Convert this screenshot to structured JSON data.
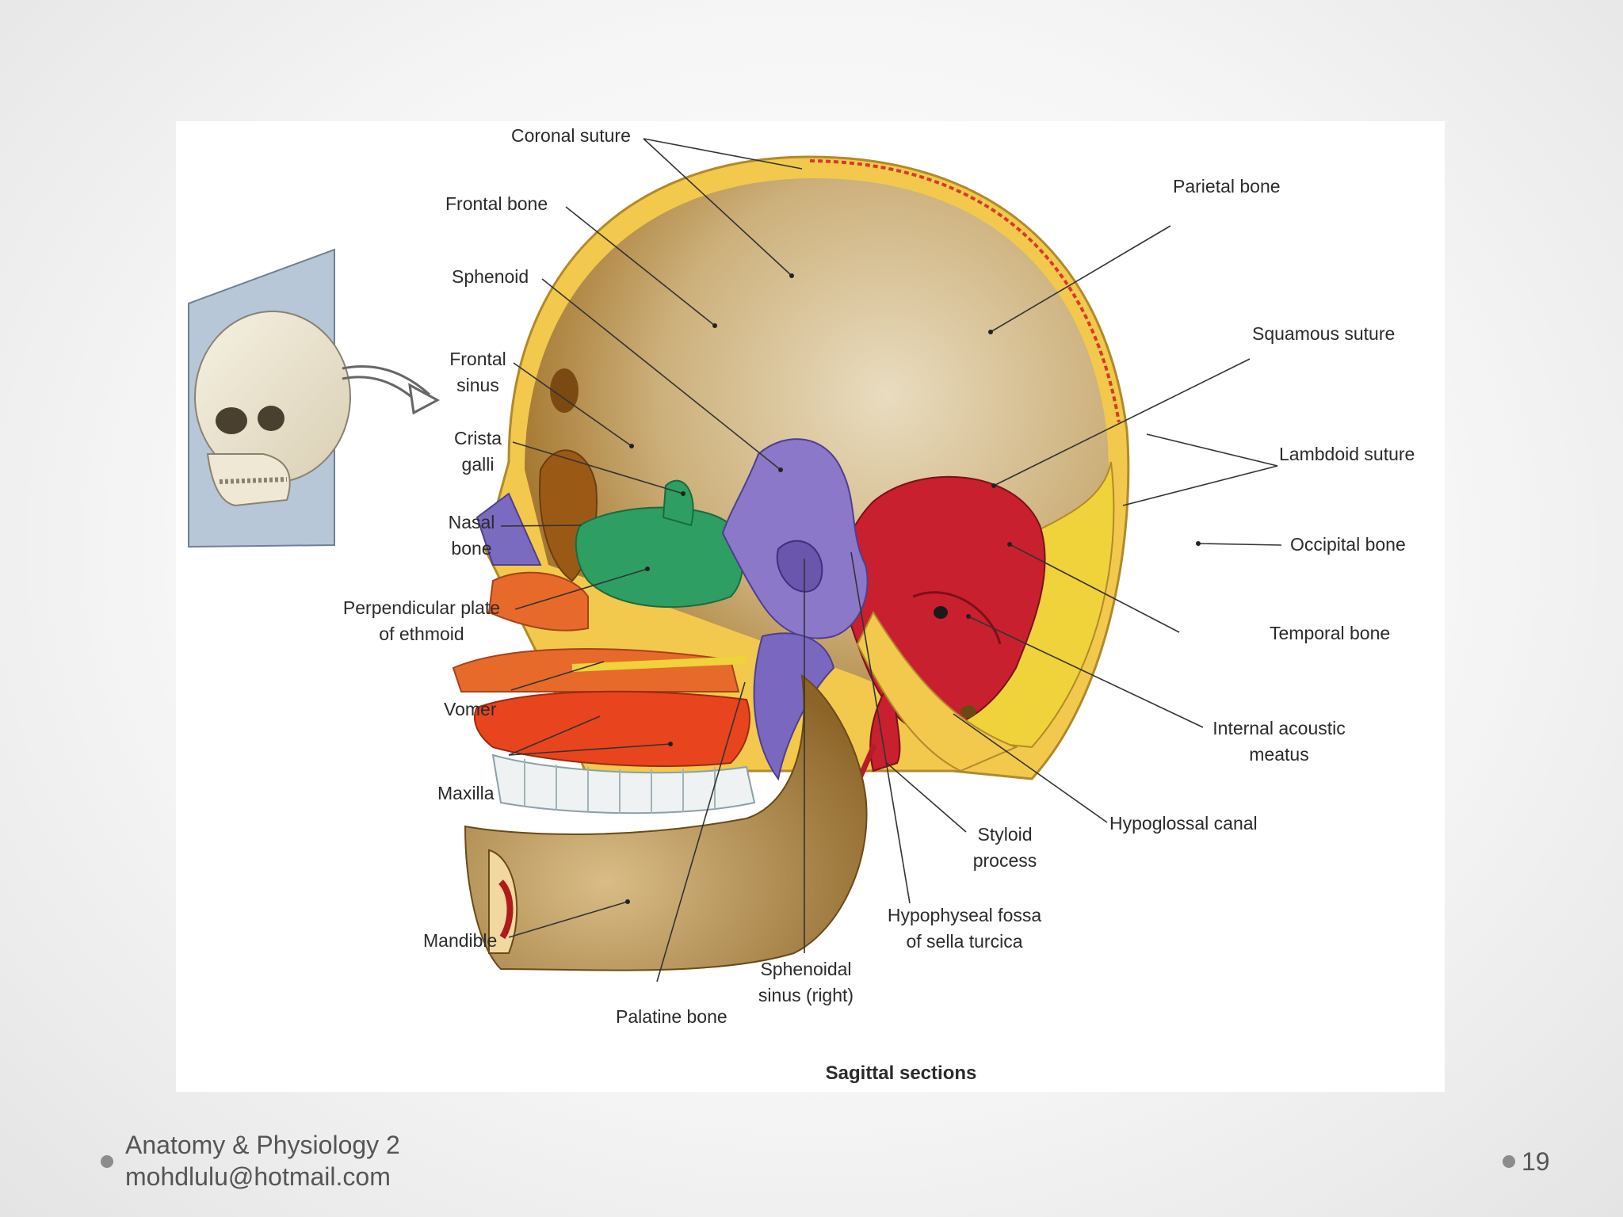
{
  "figure": {
    "caption": "Sagittal sections",
    "labels": {
      "coronal_suture": "Coronal suture",
      "frontal_bone": "Frontal bone",
      "sphenoid": "Sphenoid",
      "frontal_sinus_1": "Frontal",
      "frontal_sinus_2": "sinus",
      "crista_galli_1": "Crista",
      "crista_galli_2": "galli",
      "nasal_bone_1": "Nasal",
      "nasal_bone_2": "bone",
      "perp_plate_1": "Perpendicular plate",
      "perp_plate_2": "of ethmoid",
      "vomer": "Vomer",
      "maxilla": "Maxilla",
      "mandible": "Mandible",
      "palatine_bone": "Palatine bone",
      "sphenoidal_sinus_1": "Sphenoidal",
      "sphenoidal_sinus_2": "sinus (right)",
      "hypophyseal_fossa_1": "Hypophyseal fossa",
      "hypophyseal_fossa_2": "of sella turcica",
      "styloid_process_1": "Styloid",
      "styloid_process_2": "process",
      "hypoglossal_canal": "Hypoglossal canal",
      "internal_acoustic_1": "Internal acoustic",
      "internal_acoustic_2": "meatus",
      "temporal_bone": "Temporal bone",
      "occipital_bone": "Occipital bone",
      "lambdoid_suture": "Lambdoid suture",
      "squamous_suture": "Squamous suture",
      "parietal_bone": "Parietal bone"
    },
    "colors": {
      "frontal": "#f2c94c",
      "parietal": "#d8c49a",
      "temporal": "#c8202f",
      "occipital": "#f0d23a",
      "sphenoid": "#8b78c9",
      "ethmoid": "#2e9e62",
      "vomer": "#e86a2a",
      "maxilla": "#e8451e",
      "mandible": "#b98e4e",
      "teeth": "#eef2f2"
    }
  },
  "footer": {
    "course": "Anatomy & Physiology 2",
    "email": "mohdlulu@hotmail.com",
    "page_number": "19"
  }
}
